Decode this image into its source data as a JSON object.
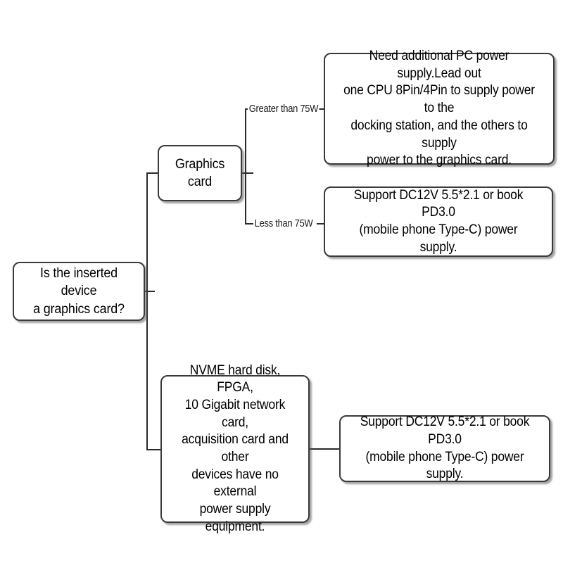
{
  "diagram": {
    "type": "decision-tree",
    "title": "Power supply decision tree for inserted device",
    "colors": {
      "background": "#ffffff",
      "box_border": "#3a3a3a",
      "box_fill": "#ffffff",
      "line": "#2b2b2b",
      "text": "#000000"
    },
    "nodes": {
      "root": {
        "id": "root",
        "label": "Is the inserted device\na graphics card?"
      },
      "graphics_card": {
        "id": "graphics-card",
        "label": "Graphics card"
      },
      "external_psu": {
        "id": "external-psu",
        "label": "Need additional PC power supply.Lead out\none CPU 8Pin/4Pin to supply power to the\ndocking station, and the others to supply\npower to the graphics card."
      },
      "dc_support_top": {
        "id": "dc-support-top",
        "label": "Support DC12V 5.5*2.1 or book PD3.0\n(mobile phone Type-C) power supply."
      },
      "other_devices": {
        "id": "other-devices",
        "label": "NVME hard disk, FPGA,\n10 Gigabit network card,\nacquisition card and other\ndevices have no external\npower supply equipment."
      },
      "dc_support_bottom": {
        "id": "dc-support-bottom",
        "label": "Support DC12V 5.5*2.1 or book PD3.0\n(mobile phone Type-C) power supply."
      }
    },
    "edge_labels": {
      "greater_than_75w": "Greater than 75W",
      "less_than_75w": "Less than 75W"
    }
  }
}
